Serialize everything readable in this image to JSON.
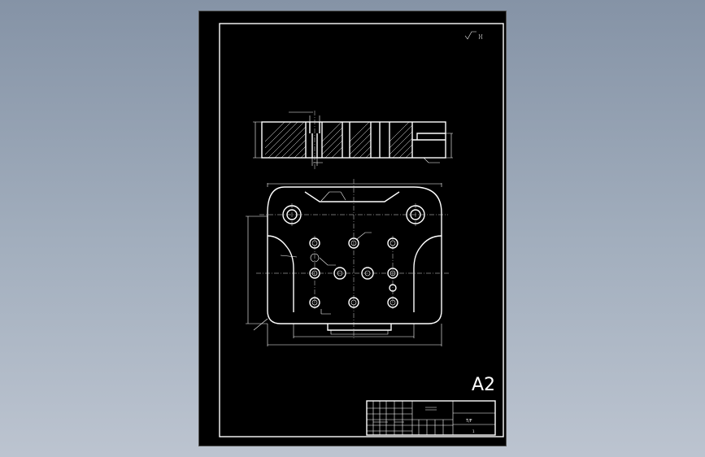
{
  "drawing": {
    "sheet_size": "A2",
    "title_block": {
      "heading": "T/F",
      "tag": "1"
    },
    "colors": {
      "background": "#8e9aad",
      "sheet": "#000000",
      "line": "#ffffff"
    }
  }
}
